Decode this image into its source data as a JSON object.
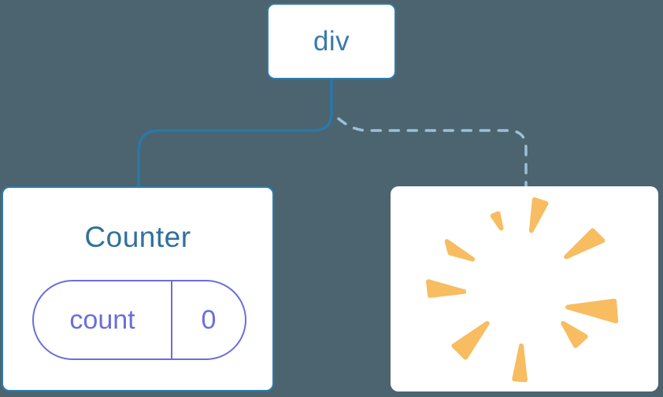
{
  "theme": {
    "bg": "#4B6470",
    "node-bg": "#ffffff",
    "node-border": "#2E7DAD",
    "edge-solid": "#2B78A8",
    "edge-dashed": "#9DBFD6",
    "root-label-blue": "#3A7CA8",
    "counter-title-blue": "#30719B",
    "state-purple": "#6A6FDB",
    "poof-orange": "#F8BC61"
  },
  "diagram": {
    "root": {
      "label": "div"
    },
    "counter": {
      "title": "Counter",
      "state": {
        "key": "count",
        "value": "0"
      }
    },
    "removed": {
      "icon": "poof-starburst"
    },
    "edges": {
      "solid": "div to Counter (kept)",
      "dashed": "div to removed child (destroyed)"
    }
  }
}
